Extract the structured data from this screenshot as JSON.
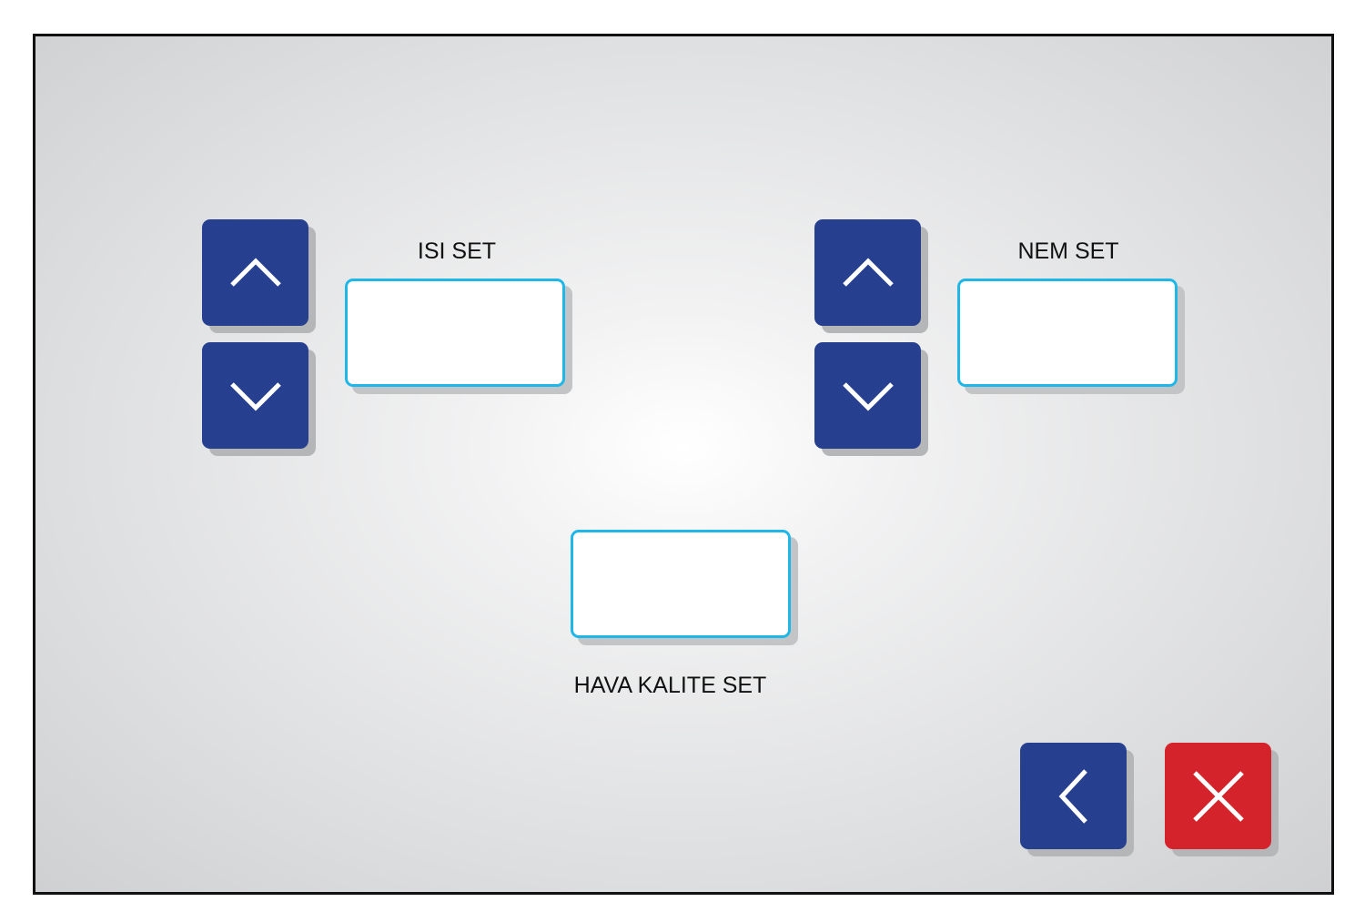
{
  "isi": {
    "label": "ISI SET",
    "value": "",
    "up_icon": "chevron-up-icon",
    "down_icon": "chevron-down-icon"
  },
  "nem": {
    "label": "NEM SET",
    "value": "",
    "up_icon": "chevron-up-icon",
    "down_icon": "chevron-down-icon"
  },
  "hava_kalite": {
    "label": "HAVA KALITE SET",
    "value": ""
  },
  "nav": {
    "back_icon": "chevron-left-icon",
    "close_icon": "close-icon"
  },
  "colors": {
    "button_blue": "#26408f",
    "button_red": "#d5232c",
    "field_border": "#1fb6e8",
    "frame": "#111111"
  }
}
